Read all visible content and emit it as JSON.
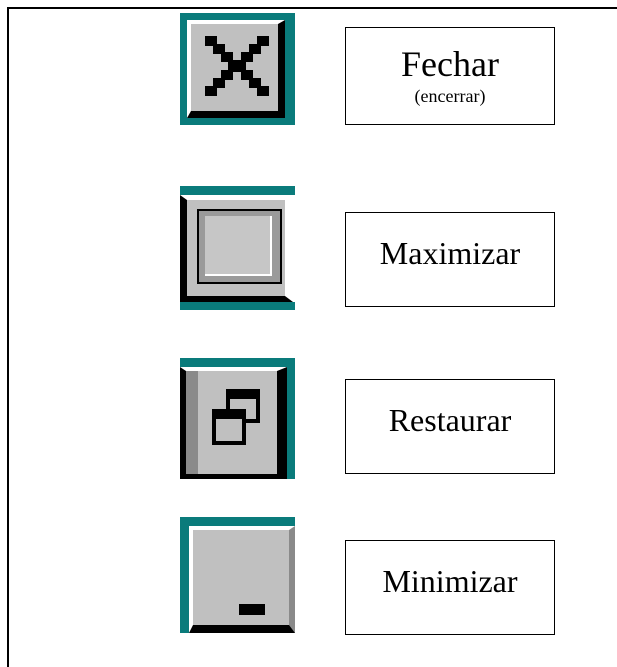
{
  "buttons": [
    {
      "id": "close",
      "icon": "close-x-icon",
      "label": "Fechar",
      "sublabel": "(encerrar)"
    },
    {
      "id": "maximize",
      "icon": "maximize-icon",
      "label": "Maximizar"
    },
    {
      "id": "restore",
      "icon": "restore-icon",
      "label": "Restaurar"
    },
    {
      "id": "minimize",
      "icon": "minimize-icon",
      "label": "Minimizar"
    }
  ],
  "colors": {
    "teal_border": "#0a7b7b",
    "button_face": "#c0c0c0",
    "highlight": "#ffffff",
    "shadow": "#000000"
  }
}
